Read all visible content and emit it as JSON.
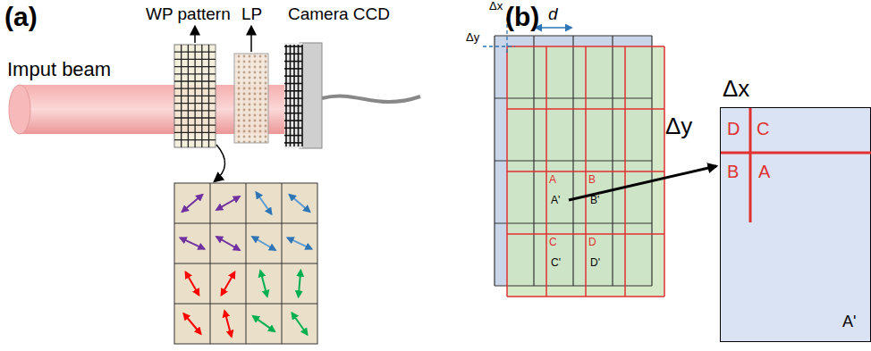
{
  "diagram": {
    "nodes": [
      {
        "text": [
          "Δx",
          "Δy",
          "D",
          "C",
          "B",
          "A",
          "A'"
        ]
      }
    ],
    "labels": [
      "(a)",
      "WP pattern",
      "LP",
      "Camera CCD",
      "Imput beam",
      "(b)",
      "Δx",
      "Δy",
      "d",
      "A",
      "B",
      "A'",
      "B'",
      "C",
      "D",
      "C'",
      "D'"
    ]
  }
}
